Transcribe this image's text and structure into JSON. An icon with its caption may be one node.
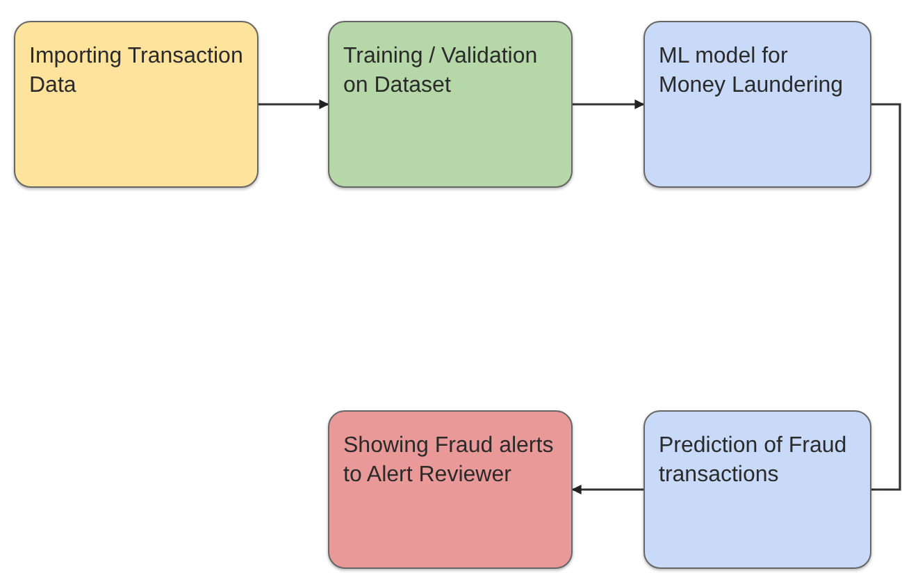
{
  "diagram": {
    "nodes": [
      {
        "text": [
          "Importing Transaction Data"
        ]
      },
      {
        "text": [
          "Training / Validation on Dataset"
        ]
      },
      {
        "text": [
          "ML model for Money Laundering"
        ]
      },
      {
        "text": [
          "Showing Fraud alerts to Alert Reviewer"
        ]
      },
      {
        "text": [
          "Prediction of Fraud transactions"
        ]
      }
    ],
    "edges": [
      {
        "from": 0,
        "to": 1,
        "arrow": "to"
      },
      {
        "from": 1,
        "to": 2,
        "arrow": "to"
      },
      {
        "from": 2,
        "to": 4,
        "arrow": "none"
      },
      {
        "from": 4,
        "to": 3,
        "arrow": "to"
      }
    ]
  }
}
